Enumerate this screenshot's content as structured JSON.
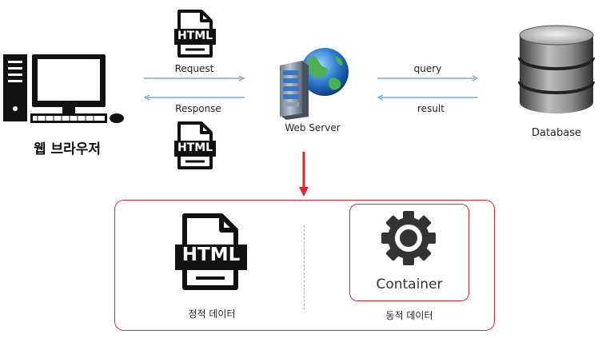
{
  "client": {
    "label": "웹 브라우저"
  },
  "server": {
    "label": "Web Server"
  },
  "database": {
    "label": "Database"
  },
  "arrows": {
    "request": "Request",
    "response": "Response",
    "query": "query",
    "result": "result"
  },
  "file_icon_text": "HTML",
  "content_box": {
    "static_label": "정적 데이터",
    "dynamic_label": "동적 데이터",
    "container_label": "Container"
  },
  "colors": {
    "arrow_blue": "#5b9bd5",
    "highlight_red": "#e8212b",
    "icon_black": "#111111"
  }
}
